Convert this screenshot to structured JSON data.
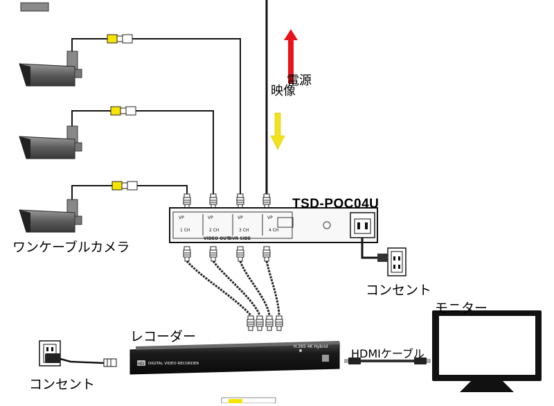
{
  "labels": {
    "camera": "ワンケーブルカメラ",
    "model": "TSD-POC04U",
    "power": "電源",
    "video": "映像",
    "outlet_right": "コンセント",
    "monitor": "モニター",
    "recorder": "レコーダー",
    "hdmi_cable": "HDMIケーブル",
    "outlet_left": "コンセント"
  },
  "device_panel": {
    "video_out_label": "VIDEO OUT",
    "dvr_side_label": "DVR SIDE",
    "vp_label": "VP",
    "channels": [
      "1 CH",
      "2 CH",
      "3 CH",
      "4 CH"
    ]
  },
  "recorder": {
    "badge": "HD",
    "name": "DIGITAL VIDEO RECORDER",
    "codec": "H.265 4K Hybrid"
  },
  "colors": {
    "power_arrow": "#e8141b",
    "video_arrow": "#f2e21a",
    "bnc_yellow": "#f5e400",
    "camera_body": "#6b6b6b"
  }
}
